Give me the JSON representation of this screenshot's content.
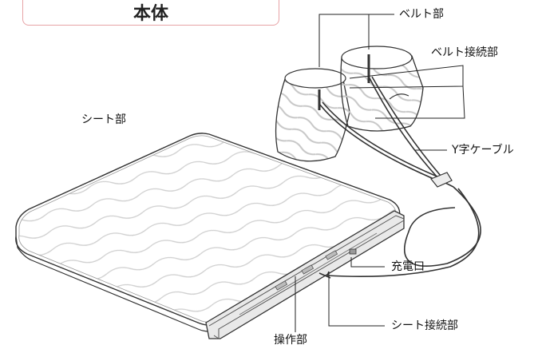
{
  "title": "本体",
  "labels": {
    "belt": "ベルト部",
    "belt_connector": "ベルト接続部",
    "sheet": "シート部",
    "y_cable": "Y字ケーブル",
    "charge_port": "充電口",
    "sheet_connector": "シート接続部",
    "control": "操作部"
  }
}
